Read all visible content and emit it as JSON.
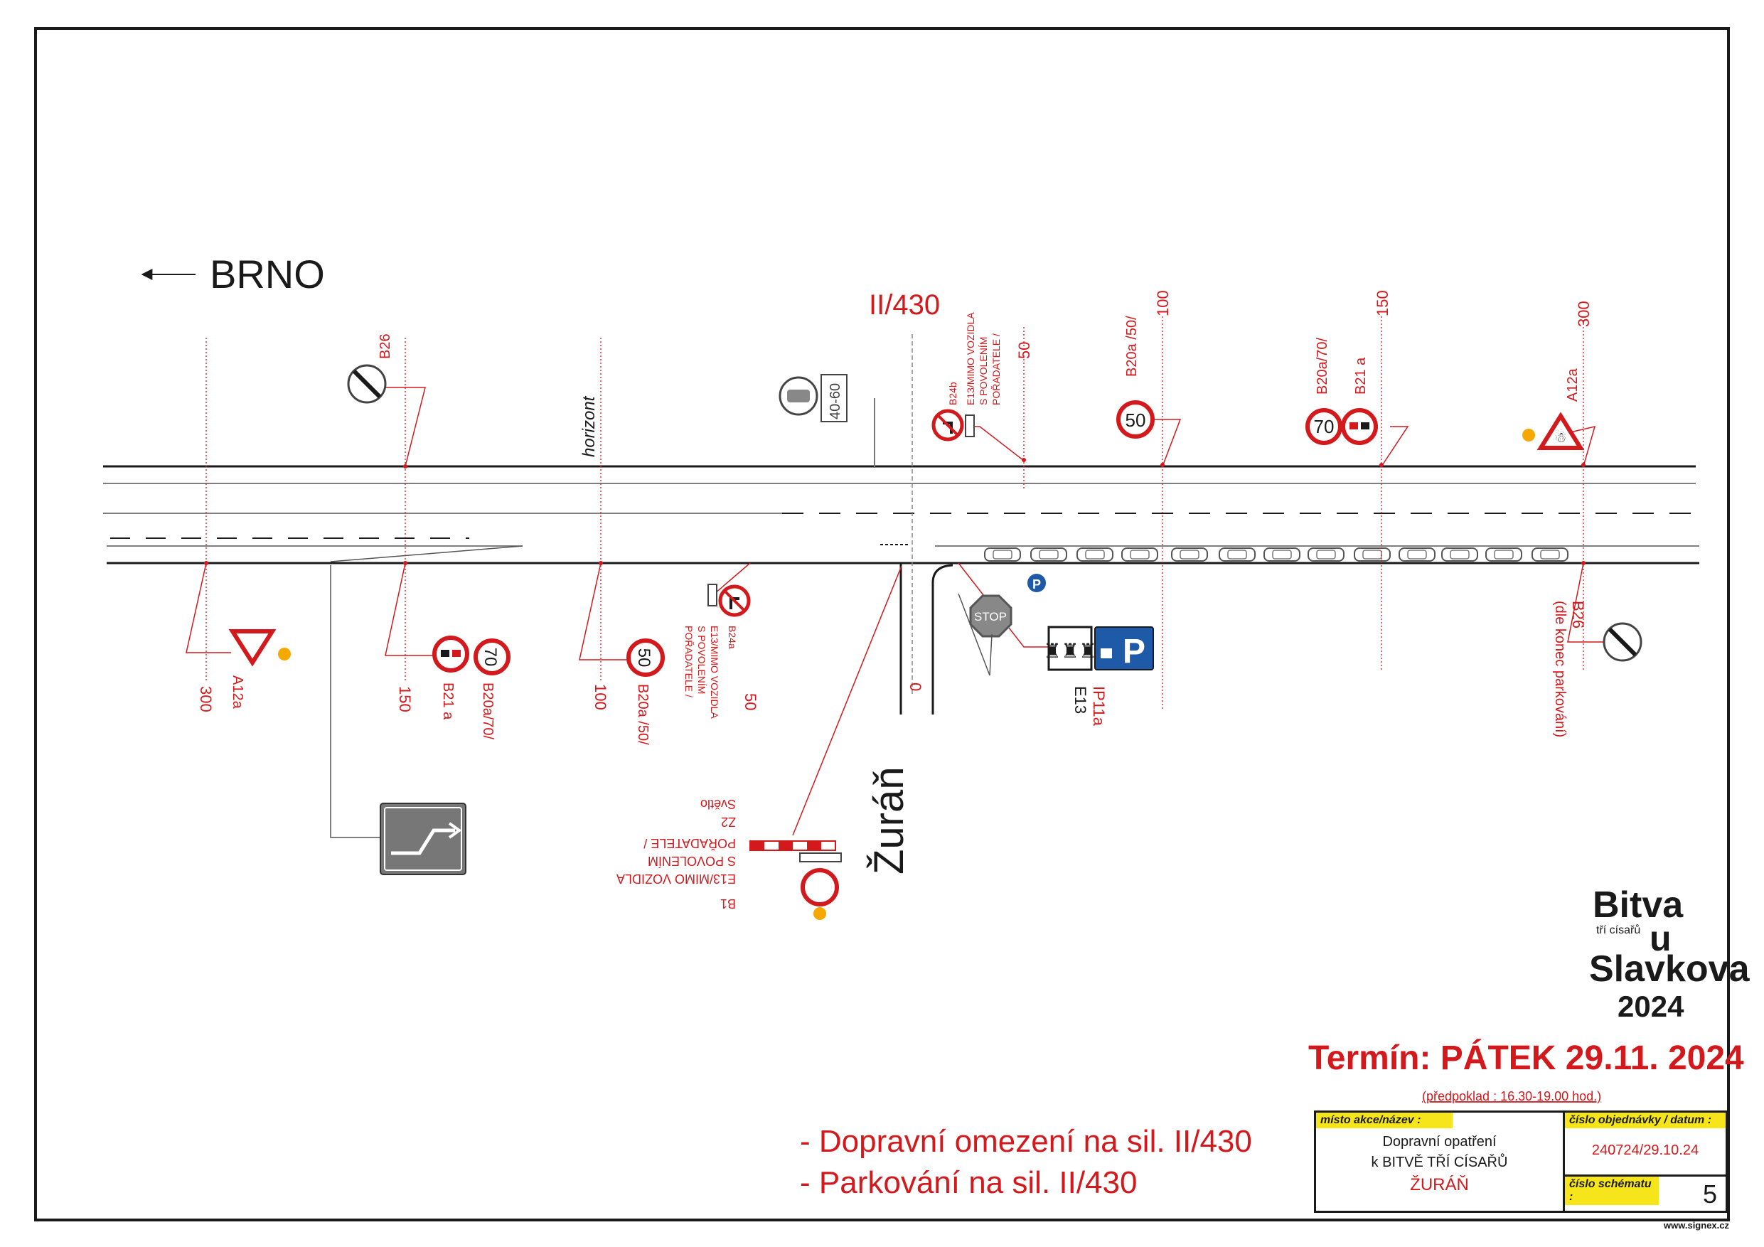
{
  "direction": {
    "label": "BRNO"
  },
  "road": {
    "name": "II/430"
  },
  "village": {
    "name": "Žuráň"
  },
  "labels": {
    "horizon": "horizont",
    "right_signs": {
      "b24b": "B24b",
      "e13_text_1": "E13/MIMO VOZIDLA",
      "e13_text_2": "S POVOLENÍM",
      "e13_text_3": "POŘADATELE /",
      "dist_50": "50",
      "b20a_50": "B20a /50/",
      "dist_100": "100",
      "b20a_70": "B20a/70/",
      "b21a": "B21 a",
      "dist_150": "150",
      "a12a": "A12a",
      "dist_300": "300"
    },
    "left_top": {
      "b26": "B26"
    },
    "left_bottom": {
      "dist_300": "300",
      "a12a": "A12a",
      "dist_150": "150",
      "b21a": "B21 a",
      "b20a_70": "B20a/70/",
      "dist_100": "100",
      "b20a_50": "B20a /50/",
      "b24a": "B24a",
      "e13_text_1": "E13/MIMO VOZIDLA",
      "e13_text_2": "S POVOLENÍM",
      "e13_text_3": "POŘADATELE /",
      "dist_50": "50",
      "dist_0": "0"
    },
    "junction": {
      "stop": "STOP",
      "e13": "E13",
      "ip11a": "IP11a",
      "b26": "B26",
      "b26_note": "(dle konec parkování)"
    },
    "barrier": {
      "svetlo": "Světlo",
      "z2": "Z2",
      "text_1": "POŘADATELE /",
      "text_2": "S POVOLENÍM",
      "text_3": "E13/MIMO VOZIDLA",
      "b1": "B1"
    },
    "signs": {
      "speed_40_60": "40-60",
      "speed_50": "50",
      "speed_70": "70",
      "parking": "P"
    }
  },
  "logo": {
    "line1": "Bitva",
    "line2": "tří císařů",
    "line3": "u",
    "line4": "Slavkova",
    "year": "2024"
  },
  "schedule": {
    "term": "Termín: PÁTEK  29.11. 2024",
    "note": "(předpoklad : 16.30-19.00 hod.)"
  },
  "notes": [
    "- Dopravní omezení na sil. II/430",
    "- Parkování na sil. II/430"
  ],
  "title_block": {
    "place_header": "místo  akce/název :",
    "place_line1": "Dopravní opatření",
    "place_line2": "k BITVĚ TŘÍ CÍSAŘŮ",
    "place_line3": "ŽURÁŇ",
    "order_header": "číslo  objednávky / datum  :",
    "order_value": "240724/29.10.24",
    "scheme_header": "číslo  schématu :",
    "scheme_value": "5"
  },
  "footer": {
    "company": "www.signex.cz"
  },
  "colors": {
    "red": "#d4191d",
    "blue": "#1e5aa8",
    "yellow": "#f5a800",
    "logo": "#1a1a1a"
  }
}
